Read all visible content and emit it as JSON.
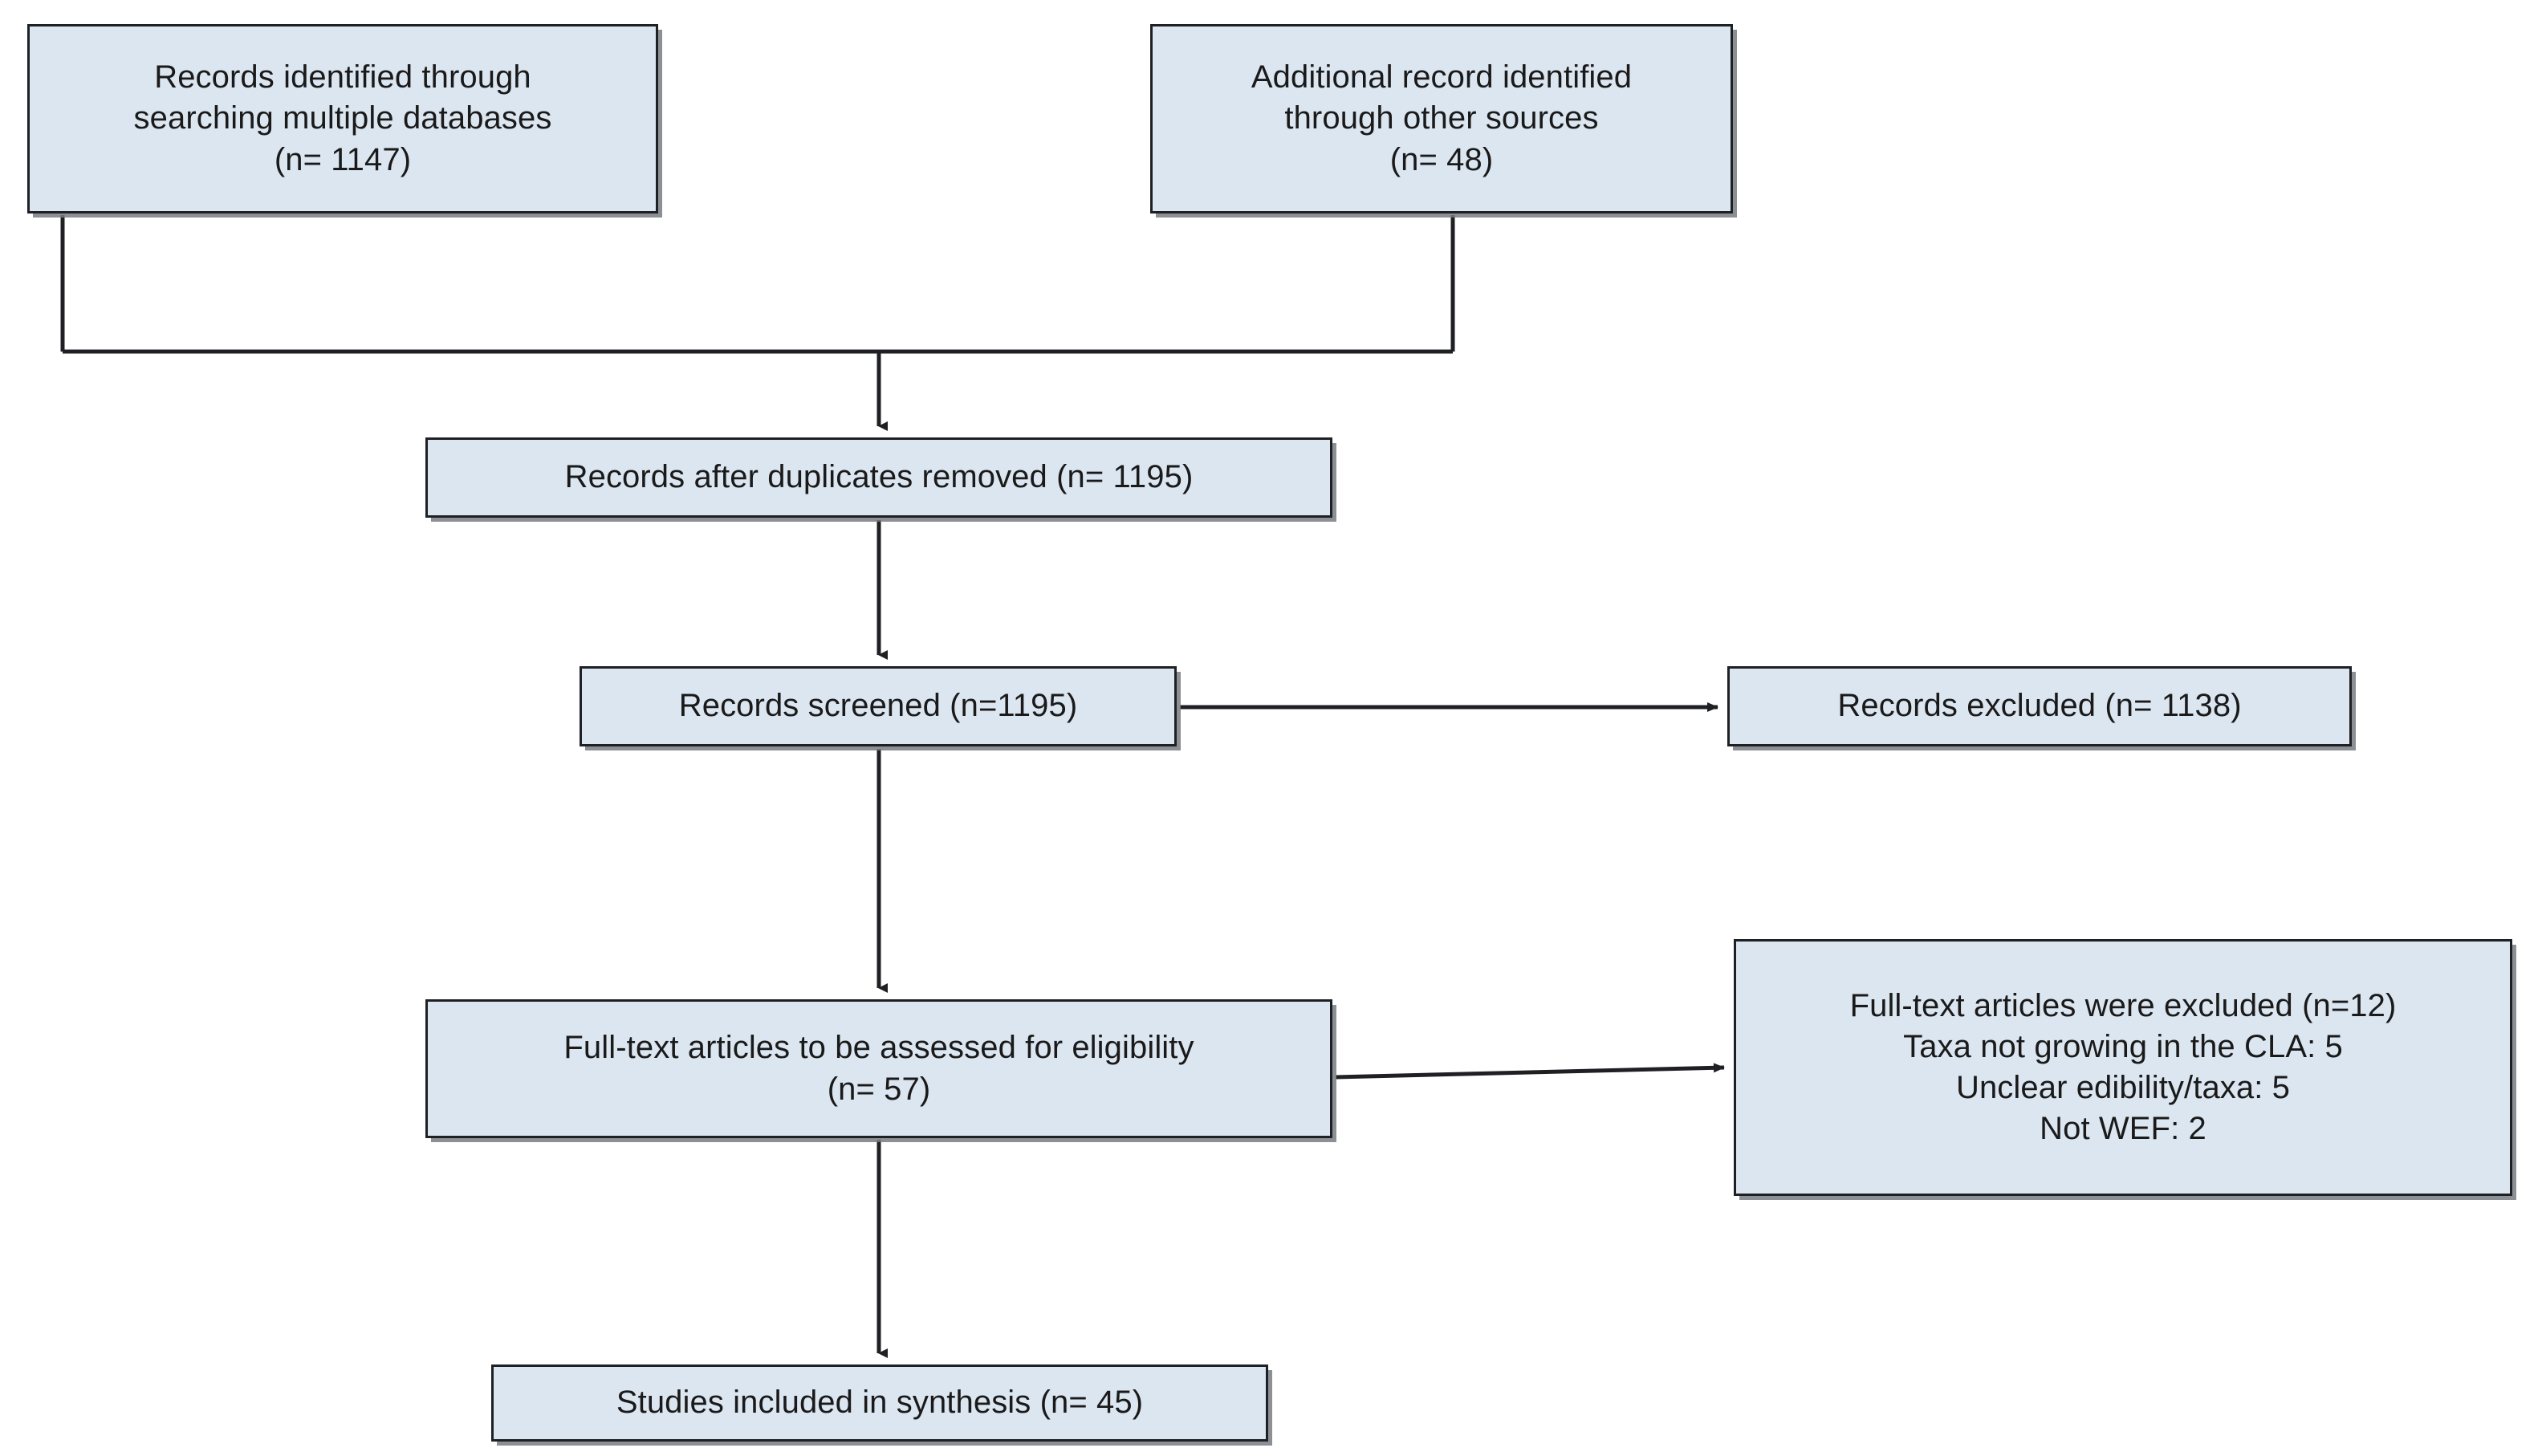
{
  "diagram": {
    "title": "PRISMA study selection flow diagram",
    "type": "flowchart",
    "colors": {
      "box_fill": "#dce6f1",
      "box_border": "#1f2023",
      "box_shadow": "#787c82",
      "connector": "#1f2023",
      "text": "#1a1a1a",
      "background": "#ffffff"
    }
  },
  "nodes": {
    "identified": {
      "id": "records-identified",
      "lines": [
        "Records identified through",
        "searching multiple databases",
        "(n= 1147)"
      ],
      "count": 1147
    },
    "additional": {
      "id": "additional-records",
      "lines": [
        "Additional record identified",
        "through other sources",
        "(n= 48)"
      ],
      "count": 48
    },
    "duplicates_removed": {
      "id": "records-after-duplicates-removed",
      "lines": [
        "Records after duplicates removed (n= 1195)"
      ],
      "count": 1195
    },
    "screened": {
      "id": "records-screened",
      "lines": [
        "Records screened (n=1195)"
      ],
      "count": 1195
    },
    "records_excluded": {
      "id": "records-excluded",
      "lines": [
        "Records excluded (n= 1138)"
      ],
      "count": 1138
    },
    "fulltext_assessed": {
      "id": "full-text-articles-assessed",
      "lines": [
        "Full-text articles to be assessed for eligibility",
        "(n= 57)"
      ],
      "count": 57
    },
    "fulltext_excluded": {
      "id": "full-text-articles-excluded",
      "lines": [
        "Full-text articles were excluded (n=12)",
        "Taxa not growing in the CLA: 5",
        "Unclear edibility/taxa: 5",
        "Not WEF: 2"
      ],
      "count": 12,
      "reasons": [
        {
          "label": "Taxa not growing in the CLA",
          "value": 5
        },
        {
          "label": "Unclear edibility/taxa",
          "value": 5
        },
        {
          "label": "Not WEF",
          "value": 2
        }
      ]
    },
    "studies_included": {
      "id": "studies-included-in-synthesis",
      "lines": [
        "Studies included in synthesis (n= 45)"
      ],
      "count": 45
    }
  },
  "edges": [
    {
      "from": "identified",
      "to": "duplicates_removed",
      "style": "elbow-merge",
      "arrow": true
    },
    {
      "from": "additional",
      "to": "duplicates_removed",
      "style": "elbow-merge",
      "arrow": true
    },
    {
      "from": "duplicates_removed",
      "to": "screened",
      "style": "vertical",
      "arrow": true
    },
    {
      "from": "screened",
      "to": "records_excluded",
      "style": "horizontal",
      "arrow": true
    },
    {
      "from": "screened",
      "to": "fulltext_assessed",
      "style": "vertical",
      "arrow": true
    },
    {
      "from": "fulltext_assessed",
      "to": "fulltext_excluded",
      "style": "horizontal",
      "arrow": true
    },
    {
      "from": "fulltext_assessed",
      "to": "studies_included",
      "style": "vertical",
      "arrow": true
    }
  ]
}
